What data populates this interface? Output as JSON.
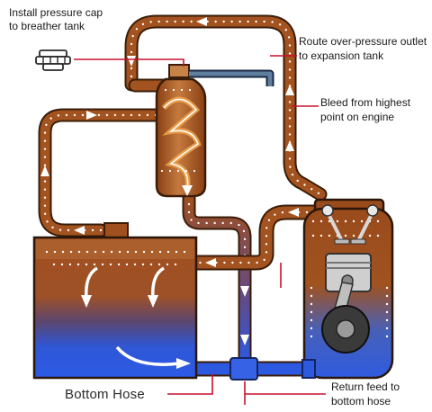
{
  "labels": {
    "pressure_cap_line1": "Install pressure cap",
    "pressure_cap_line2": "to breather tank",
    "overpressure_line1": "Route over-pressure outlet",
    "overpressure_line2": "to expansion tank",
    "bleed_line1": "Bleed from highest",
    "bleed_line2": "point on engine",
    "bottom_hose": "Bottom Hose",
    "return_line1": "Return feed to",
    "return_line2": "bottom hose"
  },
  "colors": {
    "hot_coolant": "#a0501e",
    "hot_highlight": "#d28a4c",
    "cold_coolant": "#2d58e0",
    "flow_arrow": "#ffffff",
    "leader_line": "#c8102e",
    "outlet_pipe": "#5f7f9f"
  },
  "icons": {
    "cap": "pressure-cap-icon",
    "piston": "engine-piston-icon",
    "valves": "engine-valve-icon"
  }
}
